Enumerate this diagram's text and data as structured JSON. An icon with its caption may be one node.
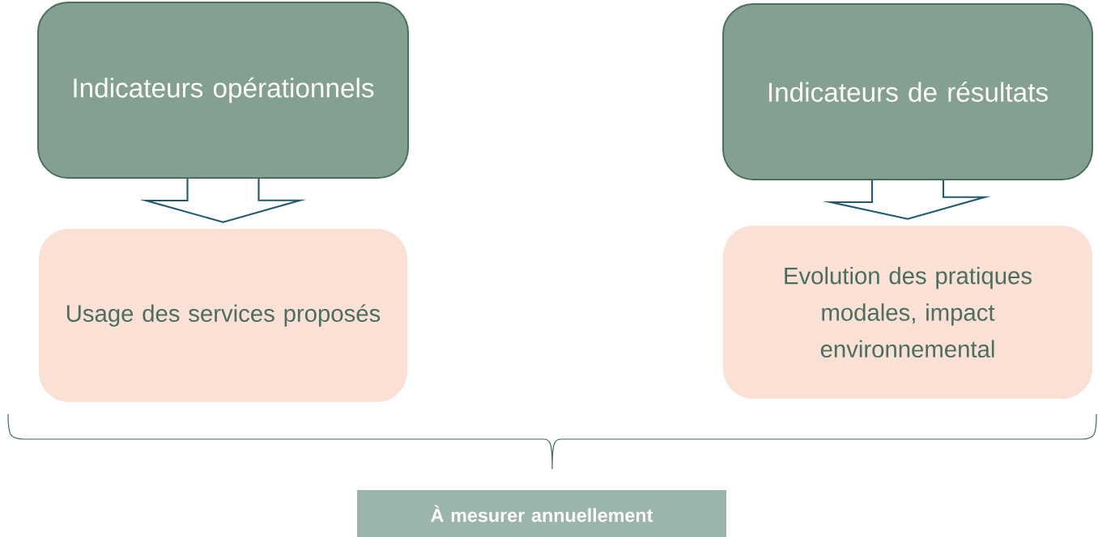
{
  "diagram": {
    "nodes": [
      {
        "text": [
          "Indicateurs opérationnels"
        ]
      },
      {
        "text": [
          "Usage des services proposés"
        ]
      },
      {
        "text": [
          "Indicateurs de résultats"
        ]
      },
      {
        "text": [
          "Evolution des pratiques modales, impact environnemental"
        ]
      },
      {
        "text": [
          "À mesurer annuellement"
        ]
      }
    ],
    "edges": [
      {
        "from": 0,
        "to": 1,
        "arrow": "to"
      },
      {
        "from": 2,
        "to": 3,
        "arrow": "to"
      }
    ]
  }
}
